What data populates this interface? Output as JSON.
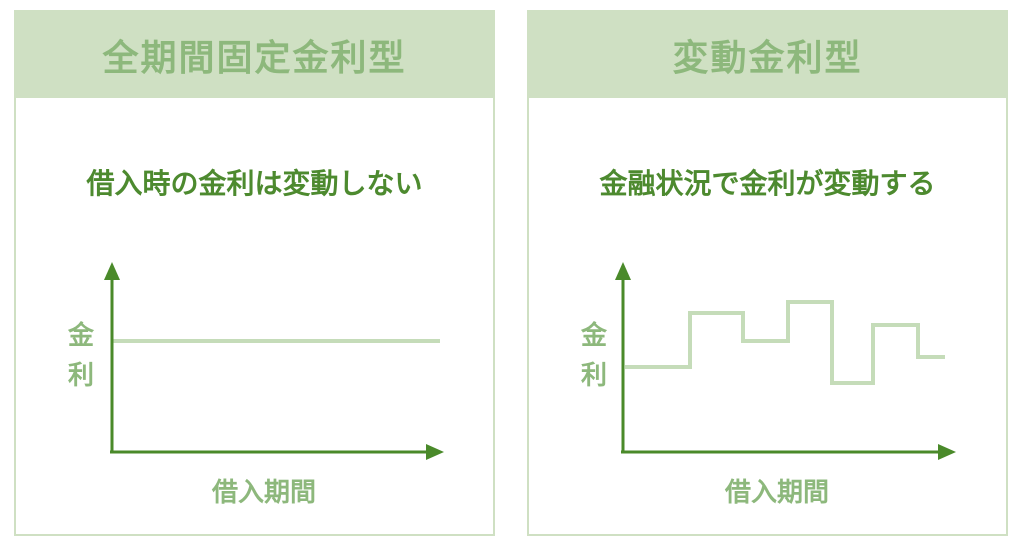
{
  "panels": [
    {
      "title": "全期間固定金利型",
      "subtitle": "借入時の金利は変動しない",
      "ylabel": [
        "金",
        "利"
      ],
      "xlabel": "借入期間"
    },
    {
      "title": "変動金利型",
      "subtitle": "金融状況で金利が変動する",
      "ylabel": [
        "金",
        "利"
      ],
      "xlabel": "借入期間"
    }
  ],
  "colors": {
    "header": "#cfe0c3",
    "axis": "#4a8a2a",
    "rate_line": "#c5dcb9",
    "label": "#8db87c",
    "subtitle": "#4d8a2f"
  }
}
